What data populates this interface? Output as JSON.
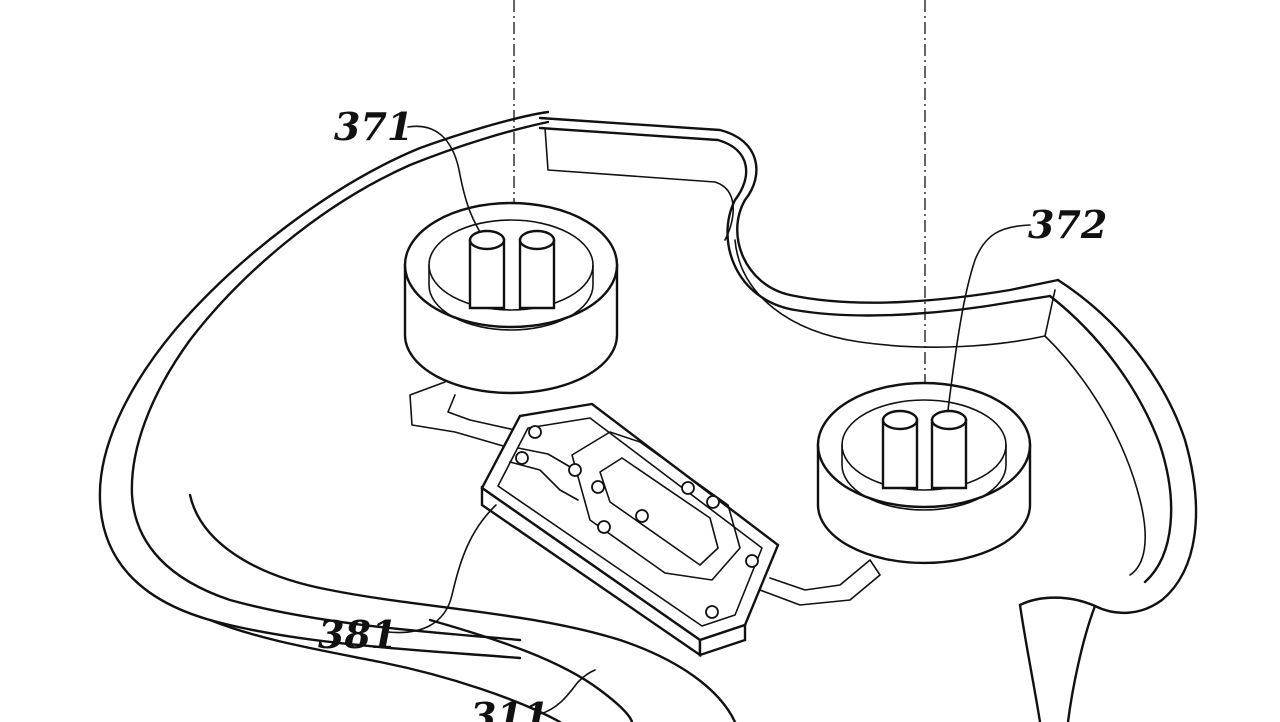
{
  "labels": {
    "l371": "371",
    "l372": "372",
    "l381": "381",
    "l311": "311"
  }
}
